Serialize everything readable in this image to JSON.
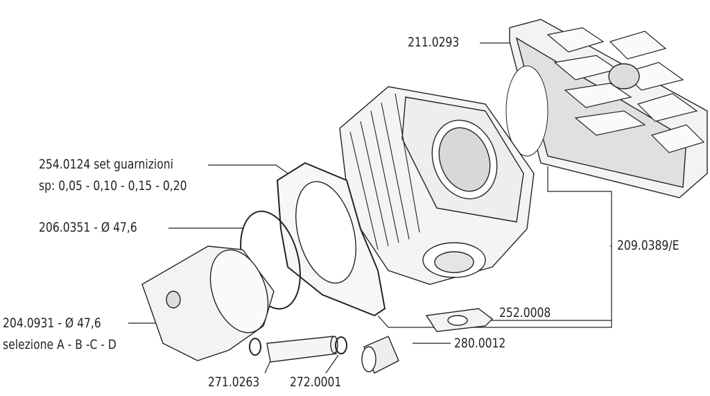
{
  "parts": {
    "head": "211.0293",
    "gasket_set": "254.0124 set guarnizioni",
    "gasket_thickness": "sp: 0,05 - 0,10 - 0,15 - 0,20",
    "ring": "206.0351 - Ø 47,6",
    "kit": "209.0389/E",
    "exhaust_gasket": "252.0008",
    "piston": "204.0931 - Ø 47,6",
    "piston_selection": "selezione A - B -C - D",
    "needle_bearing": "280.0012",
    "pin": "271.0263",
    "clip": "272.0001"
  }
}
